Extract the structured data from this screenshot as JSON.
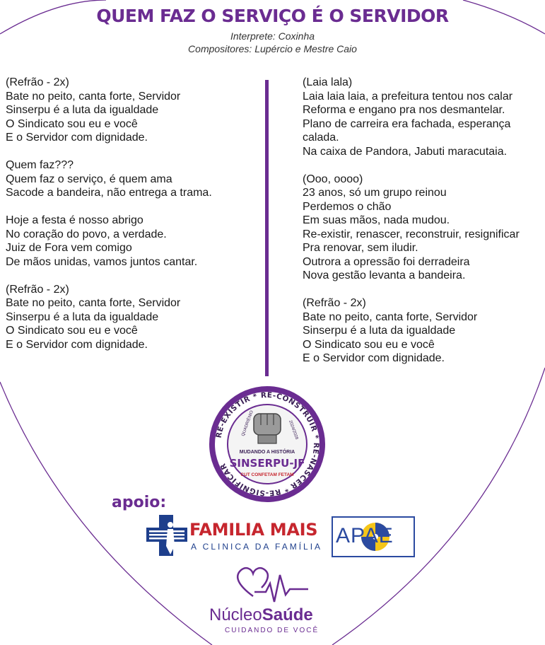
{
  "header": {
    "title": "QUEM FAZ O SERVIÇO É O SERVIDOR",
    "interpreter": "Interprete: Coxinha",
    "composers": "Compositores: Lupércio e Mestre Caio"
  },
  "left_column": [
    [
      "(Refrão - 2x)",
      "Bate no peito, canta forte, Servidor",
      "Sinserpu é a luta da igualdade",
      "O Sindicato sou eu e você",
      "E o Servidor com dignidade."
    ],
    [
      "Quem faz???",
      "Quem faz o serviço, é quem ama",
      "Sacode a bandeira, não entrega a trama."
    ],
    [
      "Hoje a festa é nosso abrigo",
      "No coração do povo, a verdade.",
      "Juiz de Fora vem comigo",
      "De mãos unidas, vamos juntos cantar."
    ],
    [
      "(Refrão - 2x)",
      "Bate no peito, canta forte, Servidor",
      "Sinserpu é a luta da igualdade",
      "O Sindicato sou eu e você",
      "E o Servidor com dignidade."
    ]
  ],
  "right_column": [
    [
      "(Laia lala)",
      "Laia laia laia, a prefeitura tentou nos calar",
      "Reforma e engano pra nos desmantelar.",
      "Plano de carreira era fachada, esperança",
      "calada.",
      "Na caixa de Pandora, Jabuti maracutaia."
    ],
    [
      "(Ooo, oooo)",
      "23 anos, só um grupo reinou",
      "Perdemos o chão",
      "Em suas mãos, nada mudou.",
      "Re-existir, renascer, reconstruir, resignificar",
      "Pra renovar, sem iludir.",
      "Outrora a opressão foi derradeira",
      "Nova gestão levanta a bandeira."
    ],
    [
      "(Refrão - 2x)",
      "Bate no peito, canta forte, Servidor",
      "Sinserpu é a luta da igualdade",
      "O Sindicato sou eu e você",
      "E o Servidor com dignidade."
    ]
  ],
  "seal": {
    "ring_text": "RE-EXISTIR * RE-CONSTRUIR * RE-NASCER * RE-SIGNIFICAR",
    "quadrienio": "QUADRIÊNIO",
    "years": "2024/2028",
    "tagline": "MUDANDO A HISTÓRIA",
    "name": "SINSERPU-JF",
    "affiliates": "CUT  CONFETAM  FETAM"
  },
  "sponsors": {
    "label": "apoio:",
    "familia_title": "FAMILIA MAIS",
    "familia_sub": "A CLINICA DA FAMÍLIA",
    "apae": "APAE",
    "nucleo_light": "Núcleo",
    "nucleo_bold": "Saúde",
    "nucleo_sub": "CUIDANDO DE VOCÊ"
  },
  "colors": {
    "purple": "#6a2c91",
    "red": "#c6262e",
    "blue": "#1e3f8c"
  }
}
